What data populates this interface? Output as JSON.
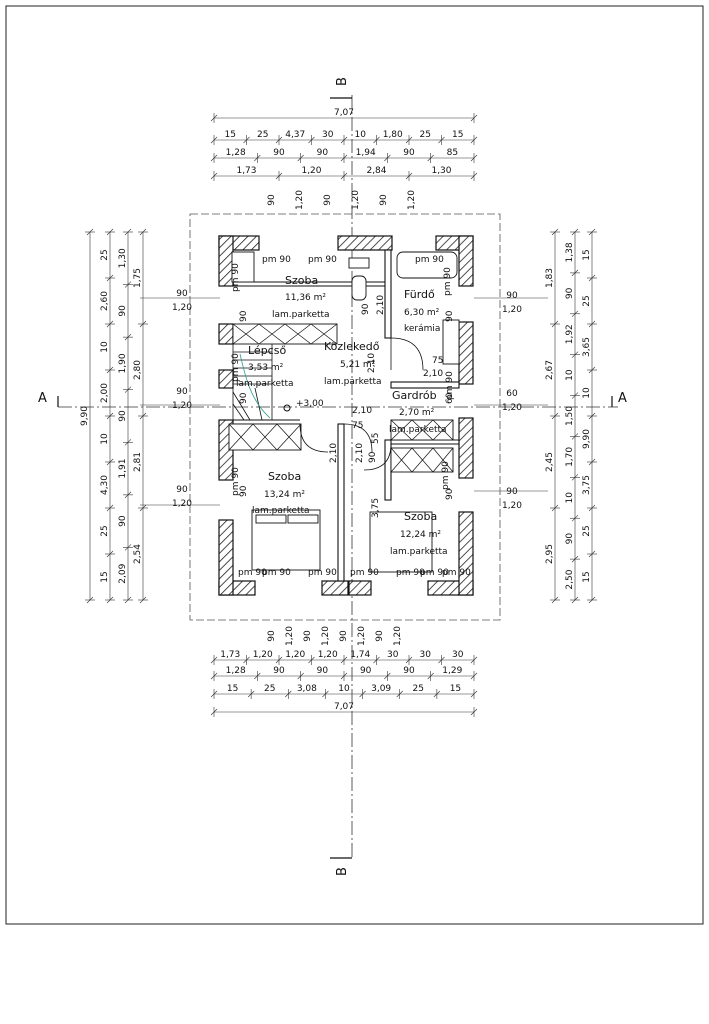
{
  "section_marks": {
    "a": "A",
    "b": "B"
  },
  "rooms": [
    {
      "name": "Szoba",
      "area": "11,36 m²",
      "floor": "lam.parketta"
    },
    {
      "name": "Fürdő",
      "area": "6,30 m²",
      "floor": "kerámia"
    },
    {
      "name": "Lépcső",
      "area": "3,53 m²",
      "floor": "lam.parketta"
    },
    {
      "name": "Közlekedő",
      "area": "5,21 m²",
      "floor": "lam.parketta"
    },
    {
      "name": "Gardrób",
      "area": "2,70 m²",
      "floor": "lam.parketta"
    },
    {
      "name": "Szoba",
      "area": "13,24 m²",
      "floor": "lam.parketta"
    },
    {
      "name": "Szoba",
      "area": "12,24 m²",
      "floor": "lam.parketta"
    }
  ],
  "level": "+3,00",
  "window_tags": [
    "pm 90",
    "pm 90",
    "pm 90",
    "pm 90",
    "pm 90",
    "pm 90",
    "pm 90",
    "pm 90",
    "pm 90",
    "pm 90",
    "pm 90",
    "pm 90",
    "pm 90",
    "pm 90",
    "pm 90",
    "pm 90"
  ],
  "dims_top": [
    [
      "7,07"
    ],
    [
      "15",
      "25",
      "4,37",
      "30",
      "10",
      "1,80",
      "25",
      "15"
    ],
    [
      "1,28",
      "90",
      "90",
      "1,94",
      "90",
      "85"
    ],
    [
      "1,73",
      "1,20",
      "2,84",
      "1,30"
    ],
    [
      "90",
      "1,20",
      "90",
      "1,20",
      "90",
      "1,20"
    ]
  ],
  "dims_bottom": [
    [
      "90",
      "1,20",
      "90",
      "1,20",
      "90",
      "1,20",
      "90",
      "1,20"
    ],
    [
      "1,73",
      "1,20",
      "1,20",
      "1,20",
      "1,74",
      "30",
      "30",
      "30"
    ],
    [
      "1,28",
      "90",
      "90",
      "90",
      "90",
      "1,29"
    ],
    [
      "15",
      "25",
      "3,08",
      "10",
      "3,09",
      "25",
      "15"
    ],
    [
      "7,07"
    ]
  ],
  "dims_left": [
    [
      "9,90"
    ],
    [
      "1,75",
      "2,80",
      "2,81",
      "2,54"
    ],
    [
      "25",
      "2,60",
      "10",
      "2,00",
      "10",
      "4,30",
      "25",
      "15"
    ],
    [
      "1,30",
      "90",
      "1,90",
      "90",
      "1,91",
      "90",
      "2,09"
    ],
    [
      "90",
      "1,20",
      "90",
      "1,20",
      "90",
      "1,20"
    ]
  ],
  "dims_right": [
    [
      "15",
      "25",
      "3,65",
      "10",
      "9,90",
      "3,75",
      "25",
      "15"
    ],
    [
      "1,38",
      "90",
      "1,92",
      "10",
      "1,50",
      "1,70",
      "10",
      "90",
      "2,50"
    ],
    [
      "1,83",
      "2,67",
      "2,45",
      "2,95"
    ],
    [
      "90",
      "1,20",
      "60",
      "1,20",
      "90",
      "1,20"
    ]
  ],
  "inner_dims": [
    "2,10",
    "90",
    "2,10",
    "75",
    "2,10",
    "75",
    "2,10",
    "55",
    "2,10",
    "90",
    "2,10",
    "3,75",
    "90",
    "90",
    "90",
    "90",
    "60",
    "90"
  ]
}
